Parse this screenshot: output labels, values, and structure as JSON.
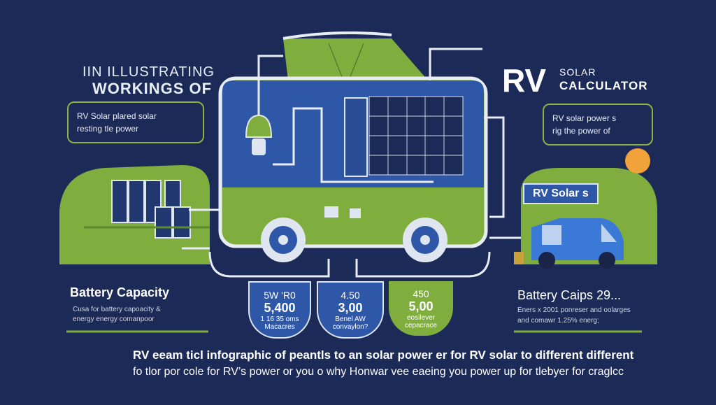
{
  "left_title": {
    "line1": "IIN ILLUSTRATING",
    "line2": "WORKINGS OF"
  },
  "right_title": {
    "rv": "RV",
    "line1": "SOLAR",
    "line2": "CALCULATOR"
  },
  "left_callout": {
    "line1": "RV Solar plared solar",
    "line2": "resting tle power"
  },
  "right_callout": {
    "line1": "RV solar power s",
    "line2": "rig the power of"
  },
  "rv_label": "RV Solar s",
  "battery_left": {
    "title": "Battery Capacity",
    "line1": "Cusa for battery capoacity &",
    "line2": "energy energy comanpoor"
  },
  "battery_right": {
    "title": "Battery Caips 29...",
    "line1": "Eners x 2001 ponreser and oolarges",
    "line2": "and comawr 1.25% energ;"
  },
  "stats": [
    {
      "title": "5W 'R0",
      "value": "5,400",
      "sub1": "1 16 35 oms",
      "sub2": "Macacres"
    },
    {
      "title": "4.50",
      "value": "3,00",
      "sub1": "Benel AW",
      "sub2": "convaylon?"
    },
    {
      "title": "450",
      "value": "5,00",
      "sub1": "eosilever",
      "sub2": "cepacrace"
    }
  ],
  "bottom": {
    "line1": "RV eeam ticl infographic of peantls to an solar power er  for RV solar to different different",
    "line2": "fo tlor por cole for RV’s power or you o why Honwar vee eaeing  you power up for tlebyer for craglcc"
  },
  "colors": {
    "bg": "#1b2a57",
    "green": "#7fae3e",
    "blue": "#2f57a8"
  }
}
